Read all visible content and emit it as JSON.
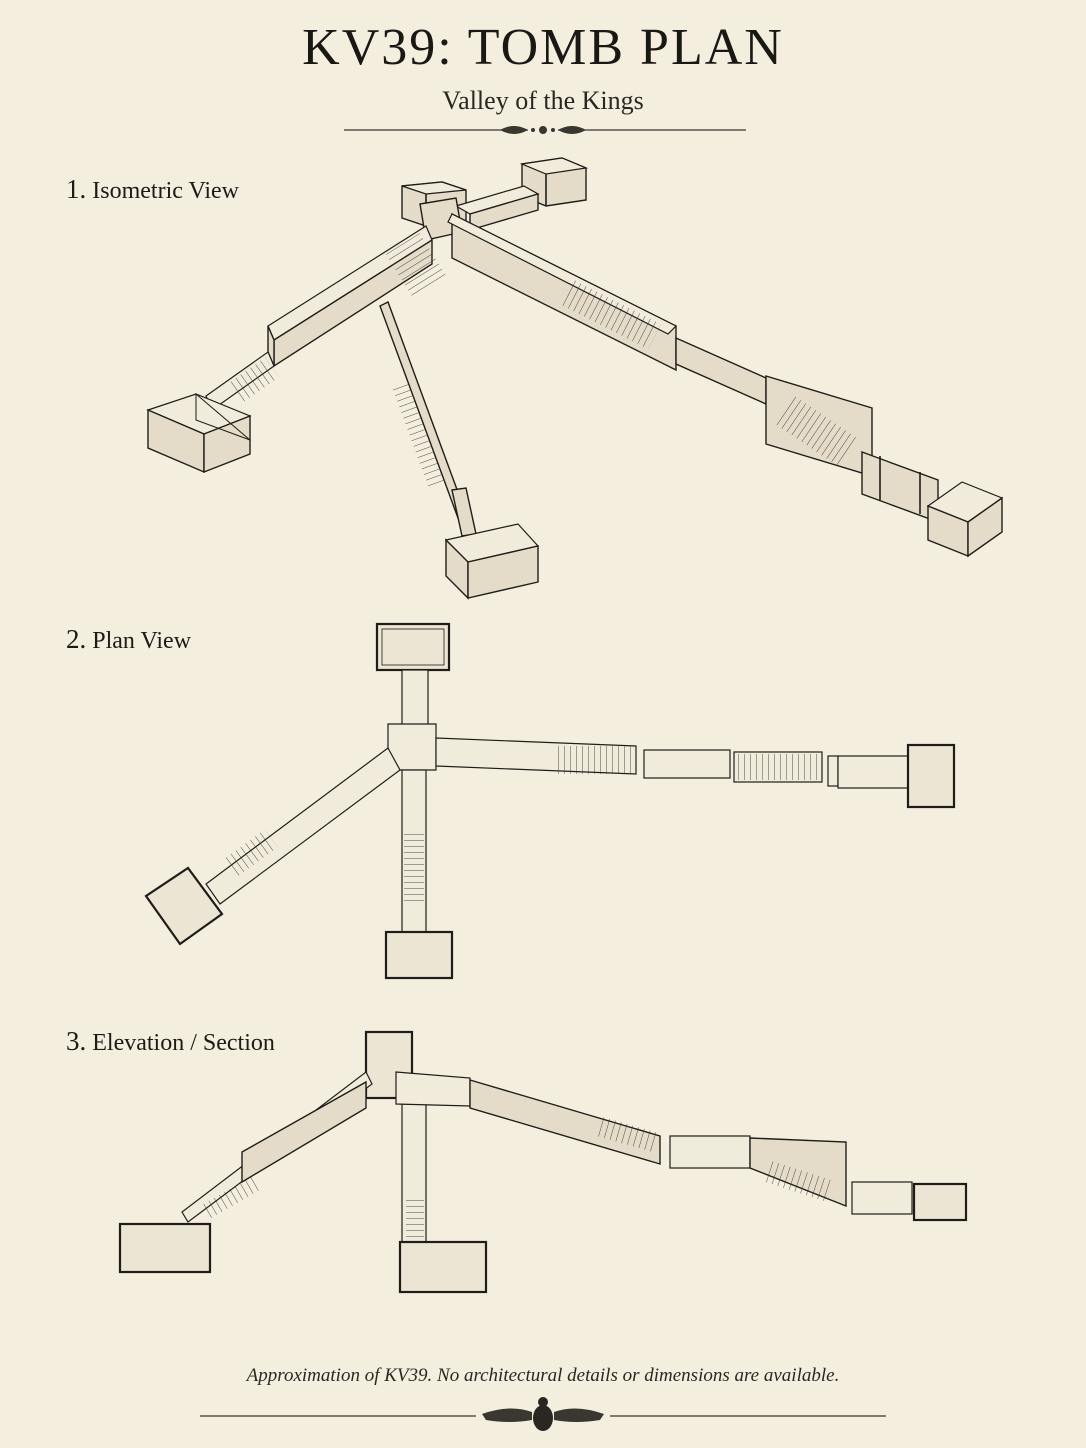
{
  "header": {
    "title": "KV39: TOMB PLAN",
    "subtitle": "Valley of the Kings"
  },
  "sections": [
    {
      "number": "1.",
      "label": "Isometric View"
    },
    {
      "number": "2.",
      "label": "Plan View"
    },
    {
      "number": "3.",
      "label": "Elevation / Section"
    }
  ],
  "footer": {
    "note": "Approximation of KV39. No architectural details or dimensions are available."
  },
  "icons": {
    "divider_ornament": "scroll-ornament-icon",
    "footer_emblem": "winged-scarab-icon"
  },
  "colors": {
    "paper": "#f4eedf",
    "ink": "#1f1d19"
  }
}
